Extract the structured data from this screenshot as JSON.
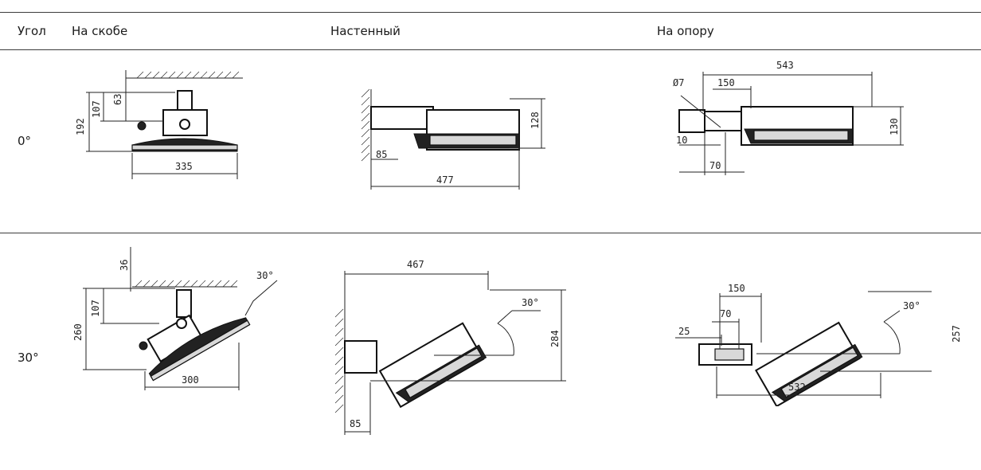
{
  "header": {
    "angle": "Угол",
    "bracket": "На скобе",
    "wall": "Настенный",
    "pole": "На опору"
  },
  "rows": [
    {
      "angle": "0°",
      "bracket": {
        "h_total": "192",
        "h_mid": "107",
        "h_top": "63",
        "width": "335"
      },
      "wall": {
        "height": "128",
        "wall_off": "85",
        "length": "477"
      },
      "pole": {
        "length": "543",
        "d": "Ø7",
        "arm": "150",
        "off": "10",
        "base": "70",
        "height": "130"
      }
    },
    {
      "angle": "30°",
      "bracket": {
        "top": "36",
        "h_mid": "107",
        "h_total": "260",
        "width": "300",
        "tilt": "30°"
      },
      "wall": {
        "length": "467",
        "tilt": "30°",
        "height": "284",
        "wall_off": "85"
      },
      "pole": {
        "arm": "150",
        "base": "70",
        "off": "25",
        "tilt": "30°",
        "height": "257",
        "length": "532"
      }
    }
  ]
}
